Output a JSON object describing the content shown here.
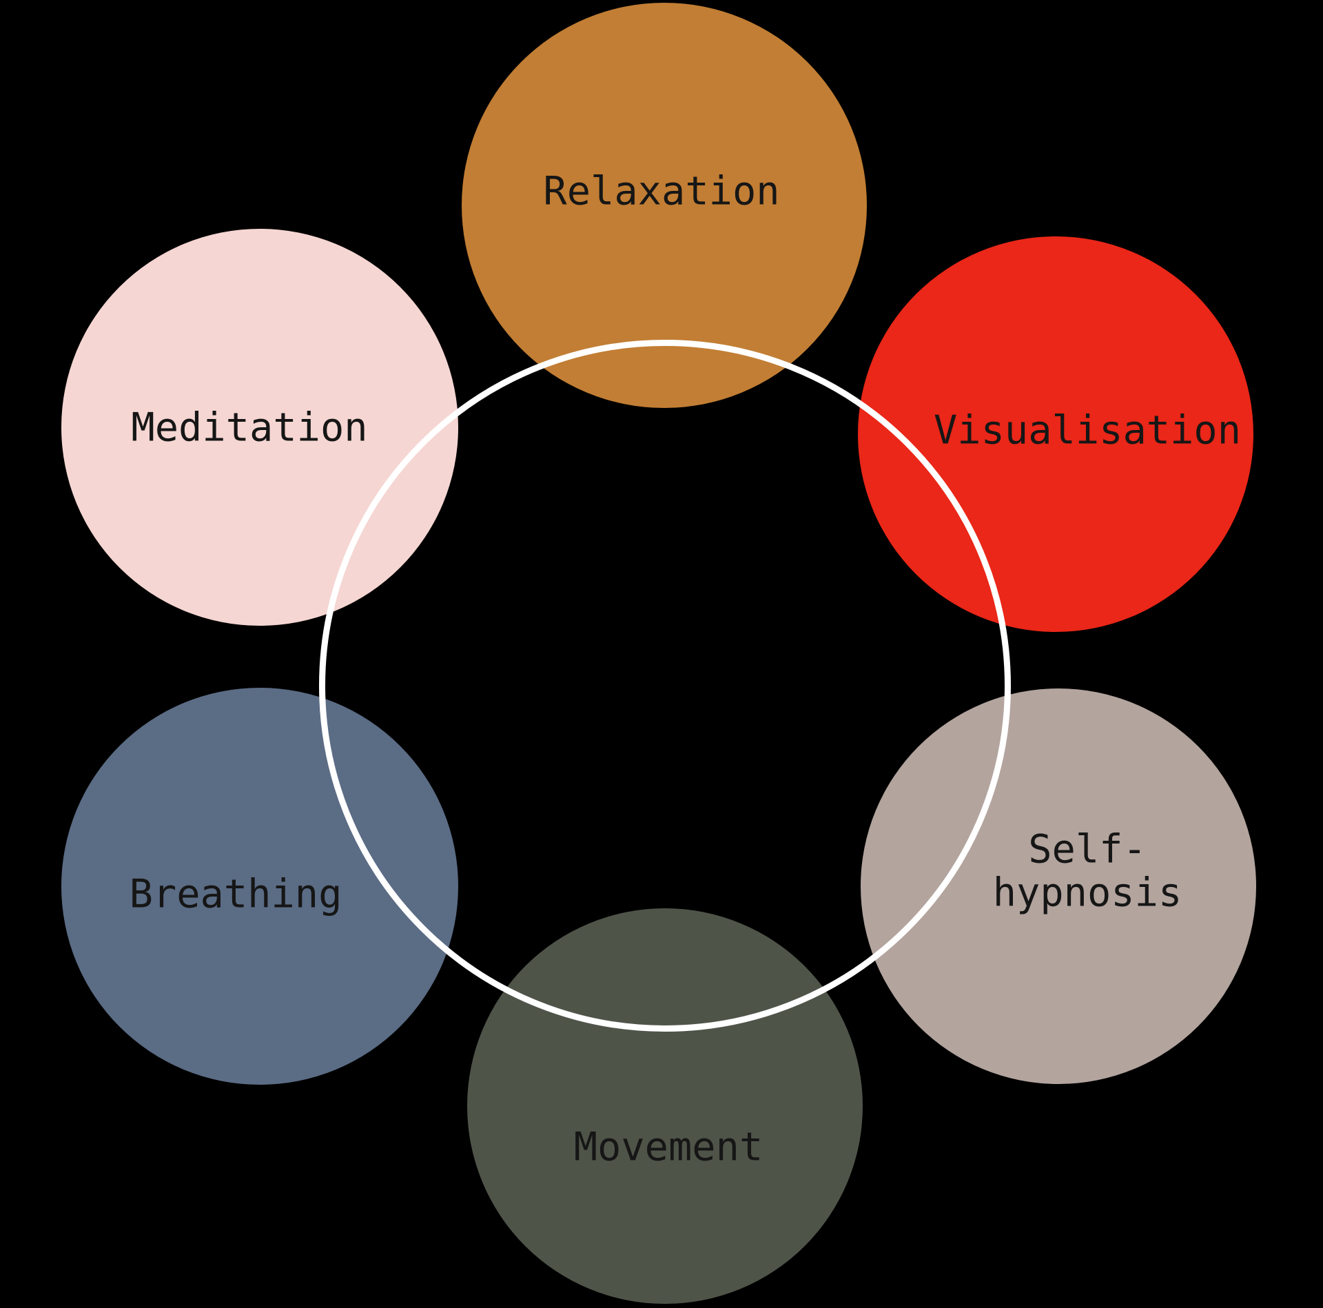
{
  "diagram": {
    "background_color": "#000000",
    "ring_color": "#ffffff",
    "label_color": "#161616",
    "nodes": [
      {
        "id": "relaxation",
        "label": "Relaxation",
        "color": "#c27e34"
      },
      {
        "id": "visualisation",
        "label": "Visualisation",
        "color": "#ea2718"
      },
      {
        "id": "meditation",
        "label": "Meditation",
        "color": "#f5d6d2"
      },
      {
        "id": "self-hypnosis",
        "label": "Self-\nhypnosis",
        "color": "#b3a49e"
      },
      {
        "id": "breathing",
        "label": "Breathing",
        "color": "#5b6c85"
      },
      {
        "id": "movement",
        "label": "Movement",
        "color": "#4f5449"
      }
    ]
  }
}
